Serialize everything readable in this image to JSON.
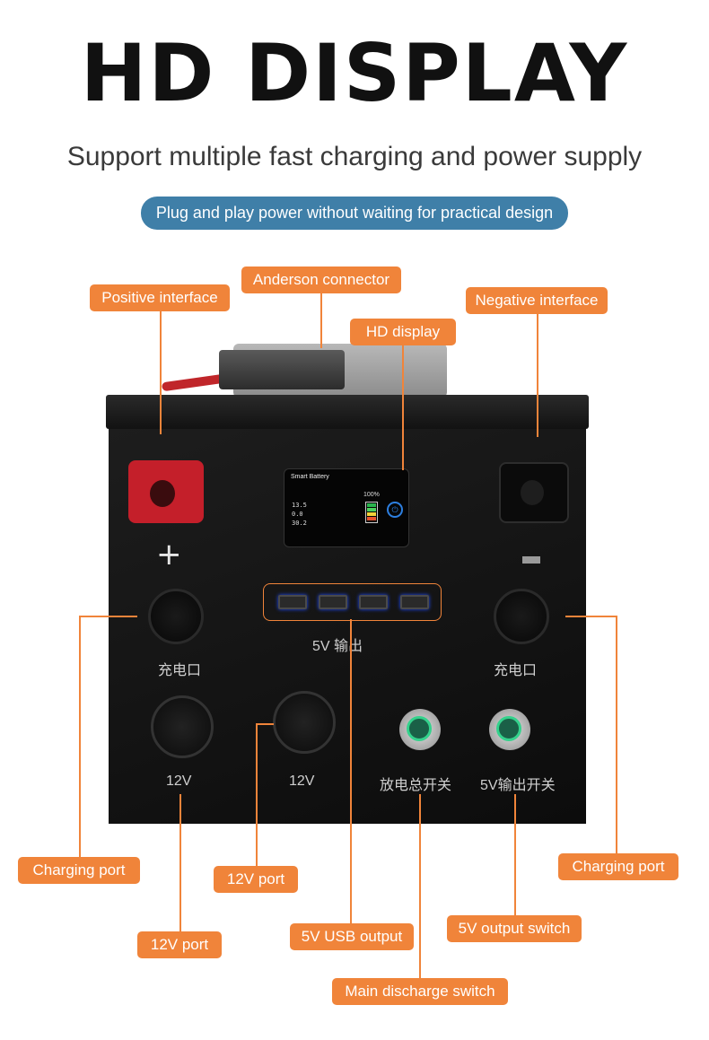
{
  "header": {
    "title": "HD DISPLAY",
    "subtitle": "Support multiple fast charging and power supply",
    "pill": "Plug and play power without waiting for practical design"
  },
  "callouts": {
    "positive": "Positive interface",
    "anderson": "Anderson connector",
    "negative": "Negative interface",
    "hd_display": "HD display",
    "charging_left": "Charging port",
    "charging_right": "Charging port",
    "port12_a": "12V port",
    "port12_b": "12V port",
    "usb_output": "5V USB output",
    "output_switch": "5V output switch",
    "main_discharge": "Main discharge switch"
  },
  "panel_text": {
    "usb_label": "5V 输出",
    "charge_left": "充电口",
    "charge_right": "充电口",
    "v12_left": "12V",
    "v12_right": "12V",
    "discharge": "放电总开关",
    "output_sw": "5V输出开关"
  },
  "screen": {
    "brand": "Smart Battery",
    "voltage": "13.5",
    "current": "0.0",
    "temp": "30.2",
    "percent": "100%"
  },
  "colors": {
    "accent": "#f0843a",
    "pill": "#3f7fa8",
    "terminal_red": "#c41f2a"
  },
  "icons": [
    "power-icon",
    "battery-level-icon",
    "usb-port-icon"
  ]
}
